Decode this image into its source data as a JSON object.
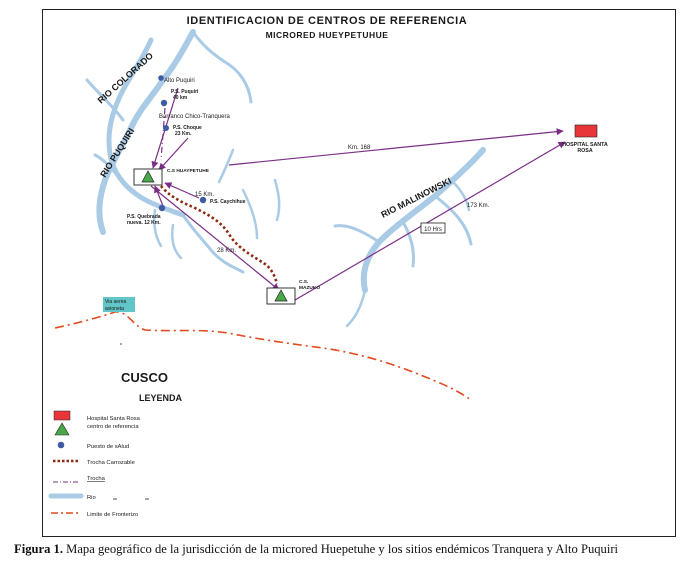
{
  "map": {
    "title": "IDENTIFICACION DE CENTROS DE REFERENCIA",
    "subtitle": "MICRORED HUEYPETUHUE",
    "rivers": {
      "colorado": "RIO COLORADO",
      "puquiri": "RIO PUQUIRI",
      "malinowski": "RIO MALINOWSKI"
    },
    "places": {
      "alto_puquiri": "Alto Puquiri",
      "ps_puquiri": "P.S. Puquiri",
      "ps_puquiri_dist": "40 km",
      "barranco": "Barranco Chico-Tranquera",
      "ps_choque": "P.S. Choque",
      "ps_choque_dist": "23 Km.",
      "cs_huaypetuhe": "C.S HUAYPETUHE",
      "dist_15": "15 Km.",
      "ps_caychihue": "P.S. Caychihue",
      "ps_quebrada_1": "P.S. Quebrada",
      "ps_quebrada_2": "nueva. 12 Km.",
      "dist_28": "28 Km.",
      "cs_mazuko_1": "C.S.",
      "cs_mazuko_2": "MAZUKO",
      "dist_168": "Km. 168",
      "dist_173": "173 Km.",
      "time_10": "10 Hrs",
      "hospital_1": "HOSPITAL SANTA",
      "hospital_2": "ROSA",
      "via_aerea_1": "Via aerea",
      "via_aerea_2": "avioneta",
      "cusco": "CUSCO"
    },
    "legend": {
      "title": "LEYENDA",
      "hospital_1": "Hospital Santa Rosa",
      "hospital_2": "centro de referencia",
      "puesto": "Puesto de sAlud",
      "trocha_carrozable": "Trocha Carrozable",
      "trocha": "Trocha",
      "rio": "Rio",
      "limite": "Limite de Fronterizo"
    },
    "colors": {
      "river": "#a9cbe6",
      "arrow": "#7b2e86",
      "road": "#8b2a10",
      "border": "#e04a1e",
      "hospital": "#e8353a",
      "triangle": "#49a94a",
      "post": "#3f5aa3",
      "air": "#62c5c7"
    }
  },
  "caption": {
    "label": "Figura 1.",
    "text": "Mapa geográfico de la jurisdicción de la microred Huepetuhe y los sitios endémicos Tranquera y Alto Puquiri"
  }
}
